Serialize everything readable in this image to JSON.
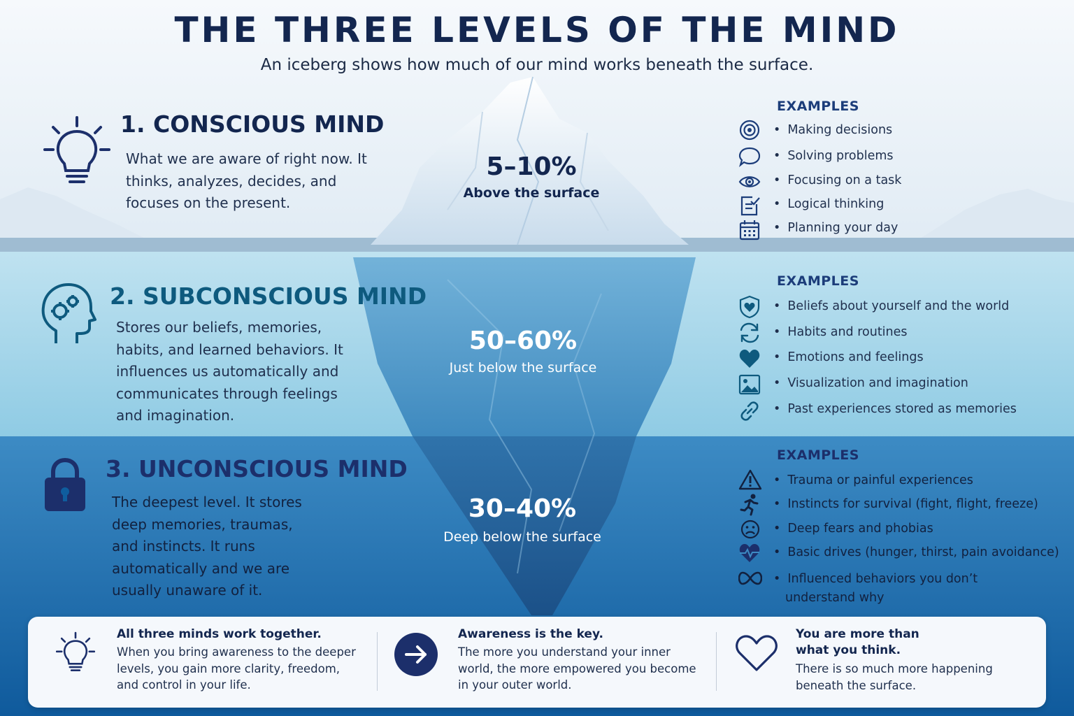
{
  "header": {
    "title": "THE THREE LEVELS OF THE MIND",
    "subtitle": "An iceberg shows how much of our mind works beneath the surface."
  },
  "levels": [
    {
      "title": "1. CONSCIOUS MIND",
      "icon": "lightbulb-icon",
      "color": "#13264f",
      "description": "What we are aware of right now. It thinks, analyzes, decides, and focuses on the present.",
      "percent": "5–10%",
      "location": "Above the surface",
      "examples_heading": "EXAMPLES",
      "examples": [
        {
          "icon": "target-icon",
          "text": "Making decisions"
        },
        {
          "icon": "speech-bubble-icon",
          "text": "Solving problems"
        },
        {
          "icon": "eye-icon",
          "text": "Focusing on a task"
        },
        {
          "icon": "checklist-icon",
          "text": "Logical thinking"
        },
        {
          "icon": "calendar-icon",
          "text": "Planning your day"
        }
      ]
    },
    {
      "title": "2. SUBCONSCIOUS MIND",
      "icon": "head-gears-icon",
      "color": "#0e5a7e",
      "description": "Stores our beliefs, memories, habits, and learned behaviors. It influences us automatically and communicates through feelings and imagination.",
      "percent": "50–60%",
      "location": "Just below the surface",
      "examples_heading": "EXAMPLES",
      "examples": [
        {
          "icon": "shield-heart-icon",
          "text": "Beliefs about yourself and the world"
        },
        {
          "icon": "refresh-icon",
          "text": "Habits and routines"
        },
        {
          "icon": "heart-icon",
          "text": "Emotions and feelings"
        },
        {
          "icon": "image-icon",
          "text": "Visualization and imagination"
        },
        {
          "icon": "link-icon",
          "text": "Past experiences stored as memories"
        }
      ]
    },
    {
      "title": "3. UNCONSCIOUS MIND",
      "icon": "padlock-icon",
      "color": "#1c2f6b",
      "description": "The deepest level. It stores deep memories, traumas, and instincts. It runs automatically and we are usually unaware of it.",
      "percent": "30–40%",
      "location": "Deep below the surface",
      "examples_heading": "EXAMPLES",
      "examples": [
        {
          "icon": "warning-icon",
          "text": "Trauma or painful experiences"
        },
        {
          "icon": "running-person-icon",
          "text": "Instincts for survival (fight, flight, freeze)"
        },
        {
          "icon": "sad-face-icon",
          "text": "Deep fears and phobias"
        },
        {
          "icon": "heartbeat-icon",
          "text": "Basic drives (hunger, thirst, pain avoidance)"
        },
        {
          "icon": "infinity-icon",
          "text": "Influenced behaviors you don’t understand why"
        }
      ]
    }
  ],
  "bottom": [
    {
      "icon": "lightbulb-icon",
      "heading": "All three minds work together.",
      "body": "When you bring awareness to the deeper levels, you gain more clarity, freedom, and control in your life."
    },
    {
      "icon": "arrow-right-icon",
      "heading": "Awareness is the key.",
      "body": "The more you understand your inner world, the more empowered you become in your outer world."
    },
    {
      "icon": "heart-outline-icon",
      "heading": "You are more than what you think.",
      "body": "There is so much more happening beneath the surface."
    }
  ]
}
